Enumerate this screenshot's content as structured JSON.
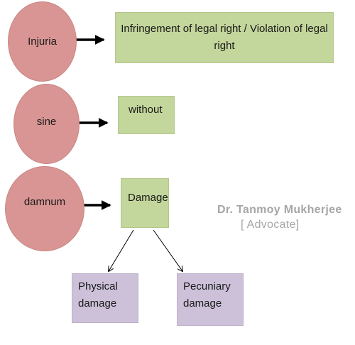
{
  "terms": {
    "injuria": "Injuria",
    "sine": "sine",
    "damnum": "damnum"
  },
  "meanings": {
    "injuria": "Infringement of legal right / Violation of legal right",
    "sine": "without",
    "damnum": "Damage"
  },
  "damage_types": {
    "physical": "Physical damage",
    "pecuniary": "Pecuniary damage"
  },
  "watermark": {
    "name": "Dr. Tanmoy Mukherjee",
    "role": "[ Advocate]"
  },
  "colors": {
    "circle": "#d99594",
    "meaning_box": "#c3d69b",
    "damage_type_box": "#ccc1d9",
    "watermark": "#a6a6a6"
  }
}
